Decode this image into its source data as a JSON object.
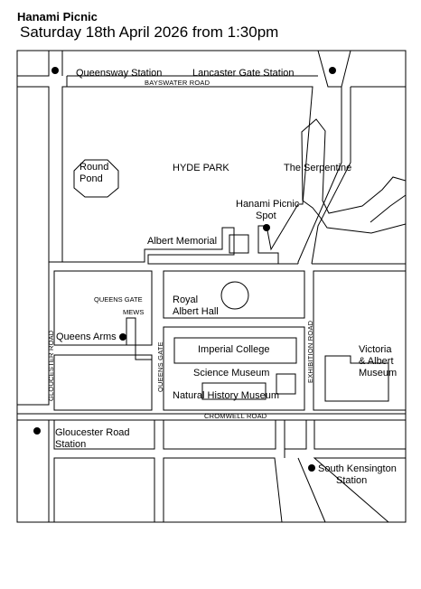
{
  "header": {
    "title": "Hanami Picnic",
    "subtitle": "Saturday 18th April 2026 from 1:30pm"
  },
  "map": {
    "stations": {
      "queensway": "Queensway Station",
      "lancaster_gate": "Lancaster Gate Station",
      "gloucester_road_1": "Gloucester Road",
      "gloucester_road_2": "Station",
      "south_kensington_1": "South Kensington",
      "south_kensington_2": "Station"
    },
    "roads": {
      "bayswater": "BAYSWATER ROAD",
      "cromwell": "CROMWELL ROAD",
      "gloucester": "GLOUCESTER ROAD",
      "queens_gate": "QUEENS GATE",
      "exhibition": "EXHIBITION ROAD",
      "queens_gate_mews_1": "QUEENS GATE",
      "queens_gate_mews_2": "MEWS"
    },
    "landmarks": {
      "round_pond_1": "Round",
      "round_pond_2": "Pond",
      "hyde_park": "HYDE PARK",
      "serpentine": "The Serpentine",
      "picnic_spot_1": "Hanami Picnic",
      "picnic_spot_2": "Spot",
      "albert_memorial": "Albert Memorial",
      "royal_albert_hall_1": "Royal",
      "royal_albert_hall_2": "Albert Hall",
      "queens_arms": "Queens Arms",
      "imperial_college": "Imperial College",
      "science_museum": "Science Museum",
      "natural_history_museum": "Natural History Museum",
      "va_1": "Victoria",
      "va_2": "& Albert",
      "va_3": "Museum"
    }
  }
}
